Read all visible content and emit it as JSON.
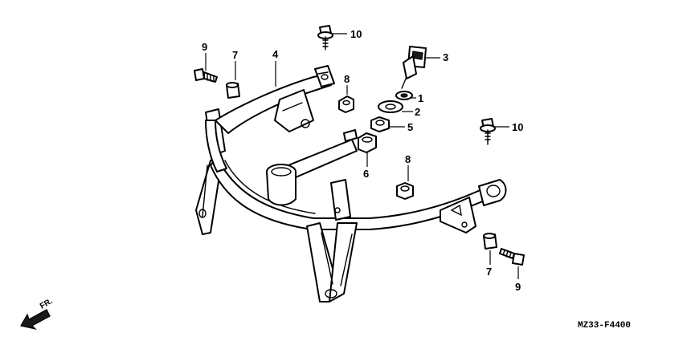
{
  "callouts": {
    "c1": "1",
    "c2": "2",
    "c3": "3",
    "c4": "4",
    "c5": "5",
    "c6": "6",
    "c7a": "7",
    "c7b": "7",
    "c8a": "8",
    "c8b": "8",
    "c9a": "9",
    "c9b": "9",
    "c10a": "10",
    "c10b": "10"
  },
  "direction_label": "FR.",
  "diagram_code": "MZ33-F4400"
}
